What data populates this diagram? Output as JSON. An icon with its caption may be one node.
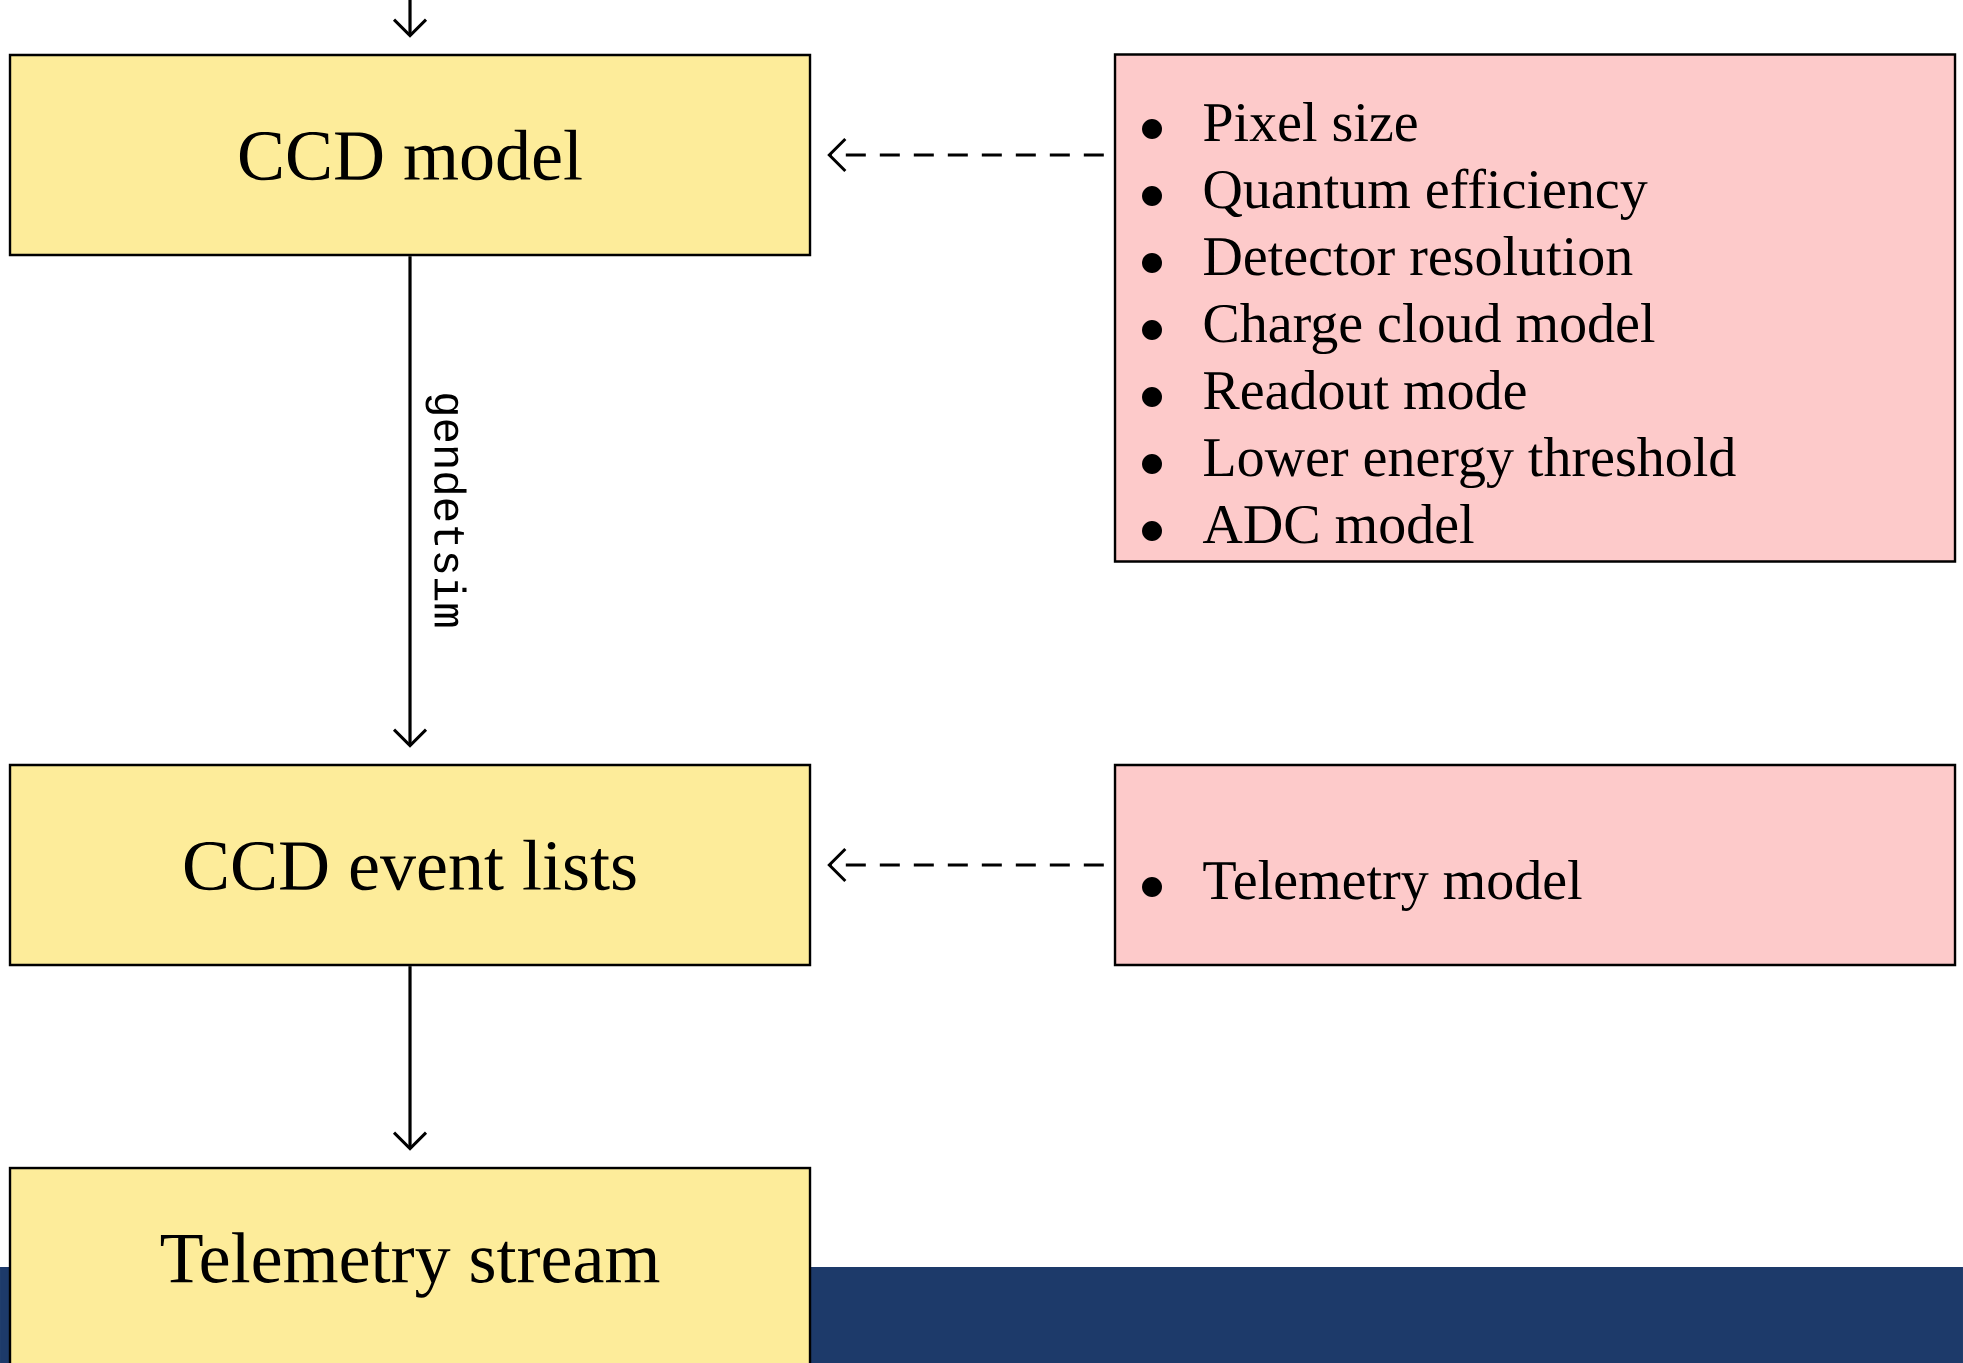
{
  "diagram": {
    "nodes": [
      {
        "text": [
          "CCD model"
        ]
      },
      {
        "text": [
          "Pixel size",
          "Quantum efficiency",
          "Detector resolution",
          "Charge cloud model",
          "Readout mode",
          "Lower energy threshold",
          "ADC model"
        ]
      },
      {
        "text": [
          "CCD event lists"
        ]
      },
      {
        "text": [
          "Telemetry model"
        ]
      },
      {
        "text": [
          "Telemetry stream"
        ]
      }
    ],
    "edges": [
      {
        "from": null,
        "to": 0,
        "arrow": "to"
      },
      {
        "from": 1,
        "to": 0,
        "arrow": "to",
        "style": "dashed"
      },
      {
        "from": 0,
        "to": 2,
        "arrow": "to",
        "label": "gendetsim"
      },
      {
        "from": 3,
        "to": 2,
        "arrow": "to",
        "style": "dashed"
      },
      {
        "from": 2,
        "to": 4,
        "arrow": "to"
      }
    ]
  }
}
